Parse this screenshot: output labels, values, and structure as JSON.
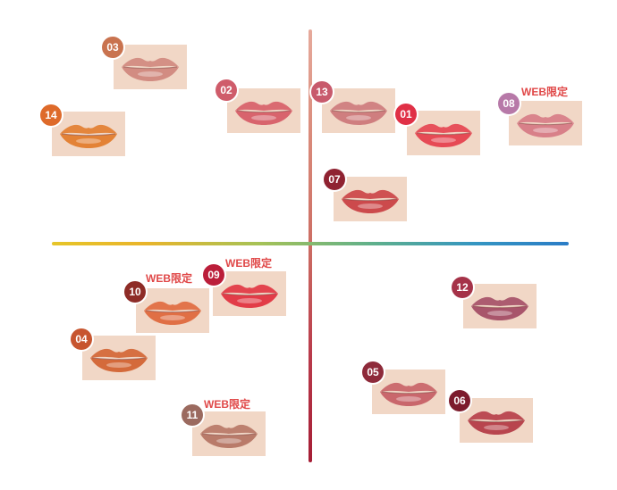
{
  "swatches": [
    {
      "number": "03",
      "lip_color": "#d28c82",
      "badge_color": "#c9734f"
    },
    {
      "number": "02",
      "lip_color": "#d8646d",
      "badge_color": "#cf5c6a"
    },
    {
      "number": "14",
      "lip_color": "#e38236",
      "badge_color": "#de6a2a"
    },
    {
      "number": "13",
      "lip_color": "#cf7e7f",
      "badge_color": "#c85a6c"
    },
    {
      "number": "01",
      "lip_color": "#e64a55",
      "badge_color": "#e03046"
    },
    {
      "number": "08",
      "lip_color": "#d88089",
      "badge_color": "#b779a8",
      "tag": "WEB限定"
    },
    {
      "number": "07",
      "lip_color": "#cc4a4c",
      "badge_color": "#8f2231"
    },
    {
      "number": "10",
      "lip_color": "#e06f45",
      "badge_color": "#8e2c27",
      "tag": "WEB限定"
    },
    {
      "number": "09",
      "lip_color": "#e23c48",
      "badge_color": "#bb1e3a",
      "tag": "WEB限定"
    },
    {
      "number": "04",
      "lip_color": "#d46a3b",
      "badge_color": "#c7552f"
    },
    {
      "number": "11",
      "lip_color": "#b97b6a",
      "badge_color": "#9b6a5f",
      "tag": "WEB限定"
    },
    {
      "number": "12",
      "lip_color": "#a8556b",
      "badge_color": "#a53248"
    },
    {
      "number": "05",
      "lip_color": "#c9676c",
      "badge_color": "#8e2a3a"
    },
    {
      "number": "06",
      "lip_color": "#b8454e",
      "badge_color": "#7c1b2c"
    }
  ]
}
